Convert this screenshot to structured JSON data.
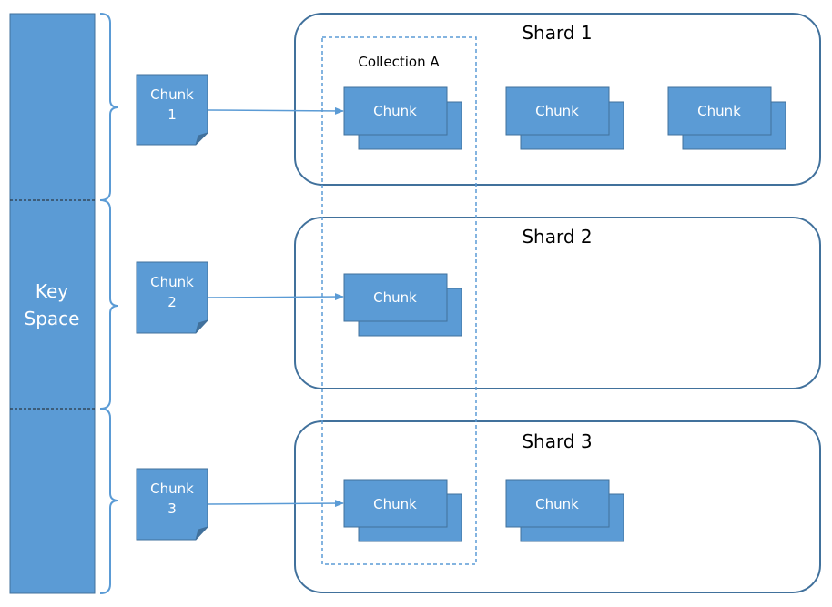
{
  "colors": {
    "fill": "#5B9BD5",
    "fill_stroke": "#41719C",
    "shard_border": "#41719C",
    "dashed_border": "#5B9BD5",
    "text_dark": "#000000",
    "text_light": "#FFFFFF",
    "brace": "#5B9BD5"
  },
  "key_space": {
    "line1": "Key",
    "line2": "Space"
  },
  "key_chunks": [
    {
      "line1": "Chunk",
      "line2": "1"
    },
    {
      "line1": "Chunk",
      "line2": "2"
    },
    {
      "line1": "Chunk",
      "line2": "3"
    }
  ],
  "collection": {
    "label": "Collection A"
  },
  "shards": [
    {
      "label": "Shard 1",
      "chunks": [
        "Chunk",
        "Chunk",
        "Chunk"
      ]
    },
    {
      "label": "Shard 2",
      "chunks": [
        "Chunk"
      ]
    },
    {
      "label": "Shard 3",
      "chunks": [
        "Chunk",
        "Chunk"
      ]
    }
  ]
}
